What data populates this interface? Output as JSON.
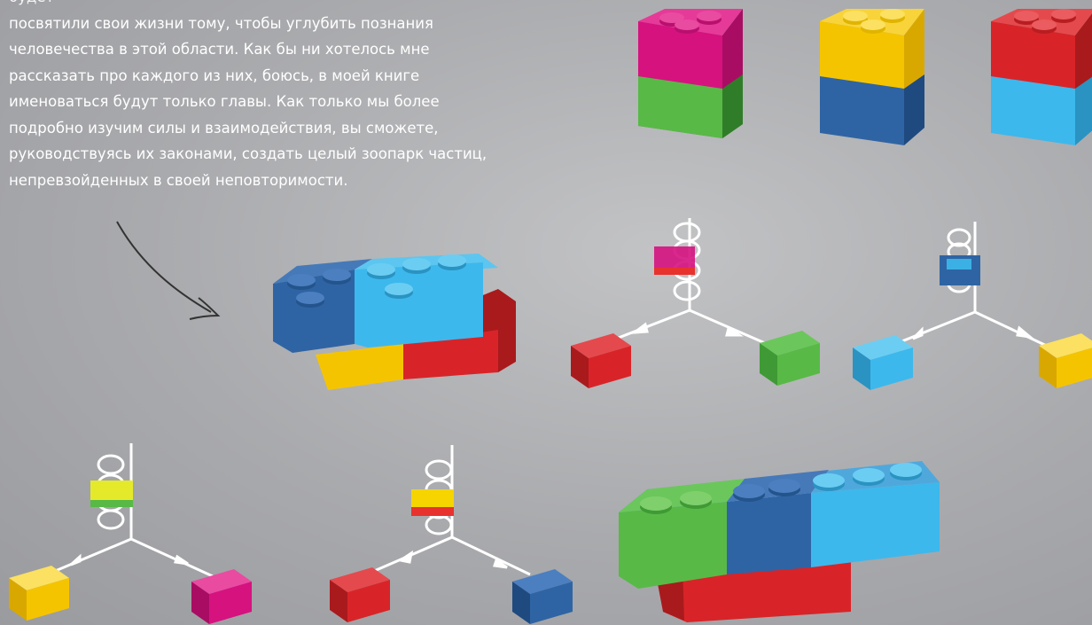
{
  "paragraph": {
    "lines": [
      "будет",
      "посвятили свои жизни тому, чтобы углубить познания",
      "человечества в этой области. Как бы ни хотелось мне",
      "рассказать про каждого из них, боюсь, в моей книге",
      "именоваться будут только главы. Как только мы более",
      "подробно изучим силы и взаимодействия, вы сможете,",
      "руководствуясь их законами, создать целый зоопарк частиц,",
      "непревзойденных в своей неповторимости."
    ]
  },
  "colors": {
    "magenta": "#d6127f",
    "green": "#58b947",
    "yellow": "#f5c400",
    "blue": "#2f64a4",
    "red": "#d82428",
    "cyan": "#3db8ec",
    "line": "#ffffff"
  },
  "illustrations": [
    "stacked-brick-pairs",
    "arrow-to-bricks",
    "interaction-vertex-diagrams",
    "combined-brick-assembly"
  ]
}
